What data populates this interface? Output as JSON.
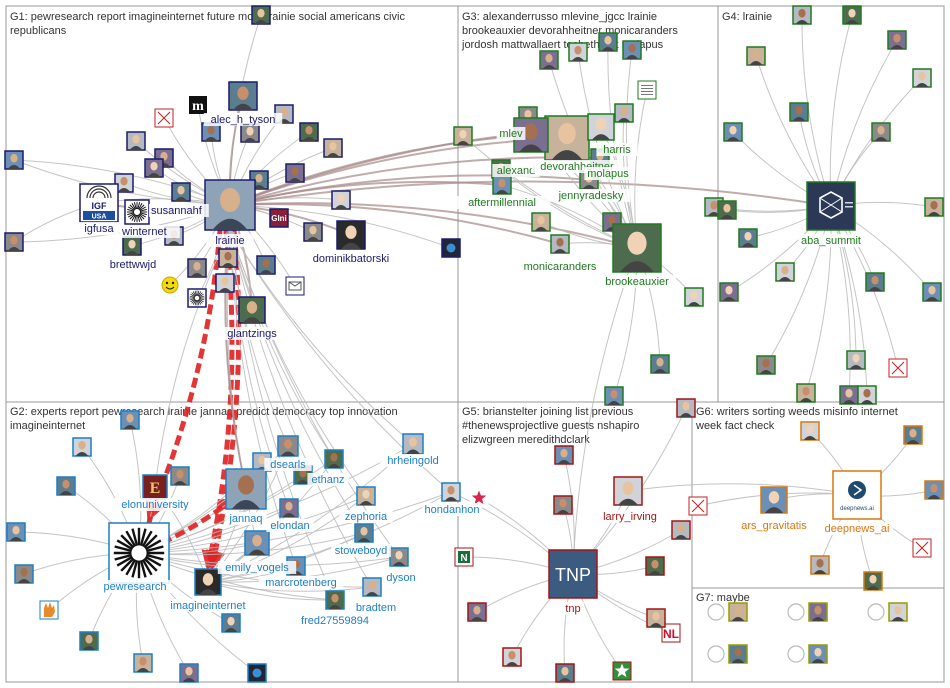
{
  "colors": {
    "g1": "#1b1b6e",
    "g2": "#1e7fc4",
    "g3": "#1f7a1f",
    "g4": "#1f7a1f",
    "g5": "#a31515",
    "g6": "#d9780f",
    "g7": "#9a9a00",
    "edge": "#bbbbbb",
    "edge_dark": "#b59b9b",
    "edge_red": "#e02020"
  },
  "groups": [
    {
      "id": "g1",
      "title_lines": [
        "G1: pewresearch report imagineinternet future more lrainie social americans civic",
        "republicans"
      ]
    },
    {
      "id": "g2",
      "title_lines": [
        "G2: experts report pewresearch lrainie jannaq predict democracy top innovation",
        "imagineinternet"
      ]
    },
    {
      "id": "g3",
      "title_lines": [
        "G3: alexanderrusso mlevine_jgcc lrainie",
        "brookeauxier devorahheitner monicaranders",
        "jordosh mattwallaert techethicist molapus"
      ]
    },
    {
      "id": "g4",
      "title_lines": [
        "G4: lrainie"
      ]
    },
    {
      "id": "g5",
      "title_lines": [
        "G5: brianstelter joining list previous",
        "#thenewsprojectlive guests nshapiro",
        "elizwgreen meredithdclark"
      ]
    },
    {
      "id": "g6",
      "title_lines": [
        "G6: writers sorting weeds misinfo internet",
        "week fact check"
      ]
    },
    {
      "id": "g7",
      "title_lines": [
        "G7: maybe"
      ]
    }
  ],
  "labels": {
    "lrainie": "lrainie",
    "alec_h_tyson": "alec_h_tyson",
    "susannahf": "susannahf",
    "igfusa": "igfusa",
    "winternet": "winternet",
    "brettwwjd": "brettwwjd",
    "dominikbatorski": "dominikbatorski",
    "glantzings": "glantzings",
    "elonuniversity": "elonuniversity",
    "jannaq": "jannaq",
    "dsearls": "dsearls",
    "ethanz": "ethanz",
    "hrheingold": "hrheingold",
    "zephoria": "zephoria",
    "elondan": "elondan",
    "hondanhon": "hondanhon",
    "stoweboyd": "stoweboyd",
    "emily_vogels": "emily_vogels",
    "marcrotenberg": "marcrotenberg",
    "dyson": "dyson",
    "pewresearch": "pewresearch",
    "imagineinternet": "imagineinternet",
    "bradtem": "bradtem",
    "fred27559894": "fred27559894",
    "mlevine": "mlev",
    "alexand": "alexand",
    "harris": "harris",
    "devorahheitner": "devorahheitner",
    "molapus": "molapus",
    "aftermillennial": "aftermillennial",
    "jennyradesky": "jennyradesky",
    "monicaranders": "monicaranders",
    "brookeauxier": "brookeauxier",
    "aba_summit": "aba_summit",
    "larry_irving": "larry_irving",
    "tnp": "tnp",
    "ars_gravitatis": "ars_gravitatis",
    "deepnews_ai": "deepnews_ai"
  },
  "logos": {
    "igf_top": "IGF",
    "igf_bottom": "USA",
    "tnp": "TNP",
    "nl": "NL",
    "m": "m",
    "n": "N",
    "e": "E",
    "gini": "GIni",
    "deepnews": "deepnews.ai"
  },
  "icons": [
    "starburst-logo",
    "envelope-icon",
    "smiley-icon",
    "star-icon",
    "broken-image-icon"
  ]
}
